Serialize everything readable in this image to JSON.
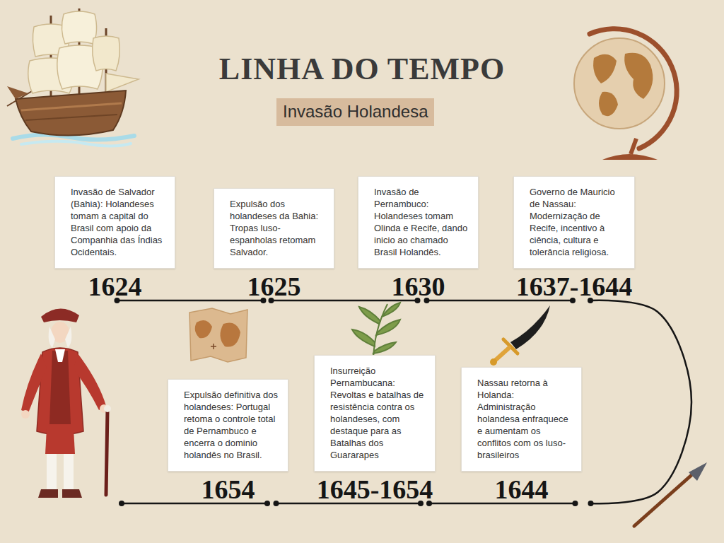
{
  "diagram": {
    "title": "LINHA DO TEMPO",
    "nodes": [
      {
        "text": [
          "Invasão Holandesa"
        ]
      },
      {
        "text": [
          "Invasão de Salvador (Bahia): Holandeses tomam a capital do Brasil com apoio da Companhia das Índias Ocidentais.",
          "1624"
        ]
      },
      {
        "text": [
          "Expulsão dos holandeses da Bahia: Tropas luso-espanholas retomam Salvador.",
          "1625"
        ]
      },
      {
        "text": [
          "Invasão de Pernambuco: Holandeses tomam Olinda e Recife, dando inicio ao chamado Brasil Holandês.",
          "1630"
        ]
      },
      {
        "text": [
          "Governo de Mauricio de Nassau: Modernização de Recife, incentivo à ciência, cultura e tolerância religiosa.",
          "1637-1644"
        ]
      },
      {
        "text": [
          "Expulsão definitiva dos holandeses: Portugal retoma o controle total de Pernambuco e encerra o dominio holandês no Brasil.",
          "1654"
        ]
      },
      {
        "text": [
          "Insurreição Pernambucana: Revoltas e batalhas de resistência contra os holandeses, com destaque para as Batalhas dos Guararapes",
          "1645-1654"
        ]
      },
      {
        "text": [
          "Nassau retorna à Holanda: Administração holandesa enfraquece e aumentam os conflitos com os luso-brasileiros",
          "1644"
        ]
      }
    ],
    "edges": [
      {
        "from": 1,
        "to": 2,
        "arrow": "none"
      },
      {
        "from": 2,
        "to": 3,
        "arrow": "none"
      },
      {
        "from": 3,
        "to": 4,
        "arrow": "none"
      },
      {
        "from": 4,
        "to": 7,
        "arrow": "none"
      },
      {
        "from": 7,
        "to": 6,
        "arrow": "none"
      },
      {
        "from": 6,
        "to": 5,
        "arrow": "none"
      }
    ]
  }
}
